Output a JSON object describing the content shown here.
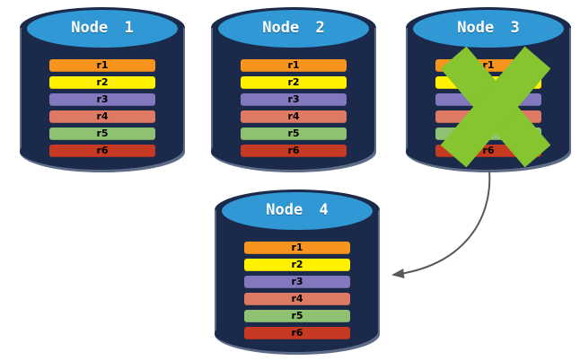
{
  "diagram": {
    "title": "replicated-database-nodes",
    "background": "#ffffff",
    "colors": {
      "cylinder_body": "#1b2a4a",
      "cylinder_lid": "#3099d5",
      "x_mark": "#86c430",
      "arrow": "#595959",
      "row_text": "#000000",
      "node_text": "#ffffff"
    },
    "nodes": [
      {
        "label": "Node 1",
        "crossed_out": false,
        "rows": [
          {
            "label": "r1",
            "color": "#f7941d"
          },
          {
            "label": "r2",
            "color": "#fff100"
          },
          {
            "label": "r3",
            "color": "#8278be"
          },
          {
            "label": "r4",
            "color": "#de7a64"
          },
          {
            "label": "r5",
            "color": "#8fc173"
          },
          {
            "label": "r6",
            "color": "#c63a24"
          }
        ]
      },
      {
        "label": "Node 2",
        "crossed_out": false,
        "rows": [
          {
            "label": "r1",
            "color": "#f7941d"
          },
          {
            "label": "r2",
            "color": "#fff100"
          },
          {
            "label": "r3",
            "color": "#8278be"
          },
          {
            "label": "r4",
            "color": "#de7a64"
          },
          {
            "label": "r5",
            "color": "#8fc173"
          },
          {
            "label": "r6",
            "color": "#c63a24"
          }
        ]
      },
      {
        "label": "Node 3",
        "crossed_out": true,
        "rows": [
          {
            "label": "r1",
            "color": "#f7941d"
          },
          {
            "label": "r2",
            "color": "#fff100"
          },
          {
            "label": "r3",
            "color": "#8278be"
          },
          {
            "label": "r4",
            "color": "#de7a64"
          },
          {
            "label": "r5",
            "color": "#8fc173"
          },
          {
            "label": "r6",
            "color": "#c63a24"
          }
        ]
      },
      {
        "label": "Node 4",
        "crossed_out": false,
        "rows": [
          {
            "label": "r1",
            "color": "#f7941d"
          },
          {
            "label": "r2",
            "color": "#fff100"
          },
          {
            "label": "r3",
            "color": "#8278be"
          },
          {
            "label": "r4",
            "color": "#de7a64"
          },
          {
            "label": "r5",
            "color": "#8fc173"
          },
          {
            "label": "r6",
            "color": "#c63a24"
          }
        ]
      }
    ],
    "arrow": {
      "from": "Node 3",
      "to": "Node 4"
    }
  }
}
